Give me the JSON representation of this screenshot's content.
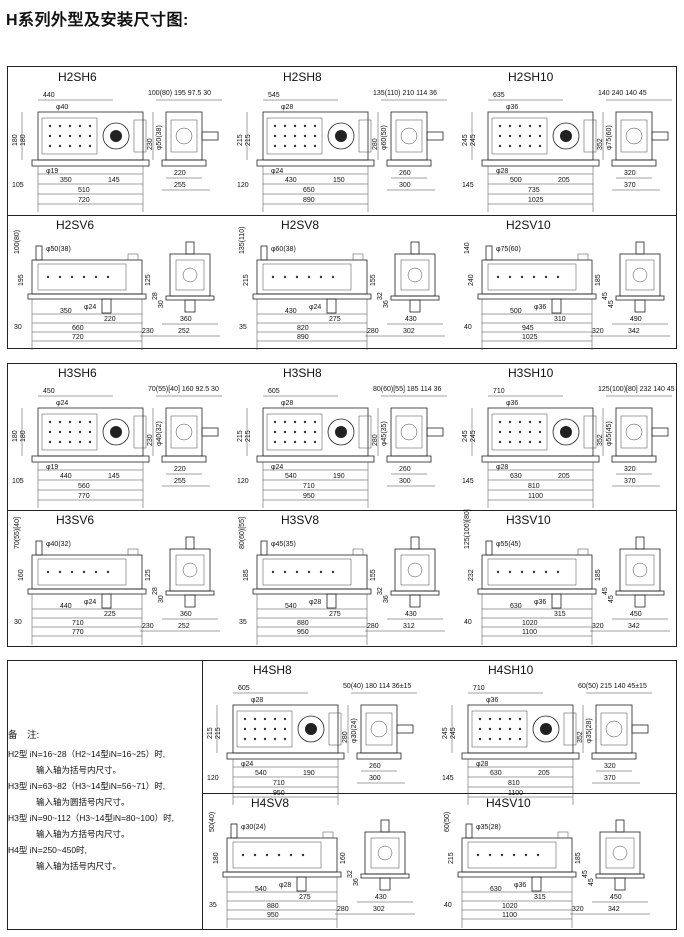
{
  "title": "H系列外型及安装尺寸图:",
  "notes": {
    "heading": "备　注:",
    "lines": [
      {
        "text": "H2型  iN=16~28（H2~14型iN=16~25）时,",
        "indent": false
      },
      {
        "text": "输入轴为括号内尺寸。",
        "indent": true
      },
      {
        "text": "H3型  iN=63~82（H3~14型iN=56~71）时,",
        "indent": false
      },
      {
        "text": "输入轴为圆括号内尺寸。",
        "indent": true
      },
      {
        "text": "H3型  iN=90~112（H3~14型iN=80~100）时,",
        "indent": false
      },
      {
        "text": "输入轴为方括号内尺寸。",
        "indent": true
      },
      {
        "text": "H4型  iN=250~450时,",
        "indent": false
      },
      {
        "text": "输入轴为括号内尺寸。",
        "indent": true
      }
    ]
  },
  "cells": [
    {
      "label": "H2SH6",
      "style": "sh",
      "dims": {
        "top": "440",
        "shaft": "φ40",
        "bore": "φ19",
        "left": "105",
        "b1": "350",
        "b2": "145",
        "b3": "510",
        "total": "720",
        "h1": "180",
        "h2": "180",
        "h3": "230",
        "side_top": "100(80) 195 97.5 30",
        "side_dia": "φ50(38)",
        "s1": "220",
        "s2": "255"
      }
    },
    {
      "label": "H2SH8",
      "style": "sh",
      "dims": {
        "top": "545",
        "shaft": "φ28",
        "bore": "φ24",
        "left": "120",
        "b1": "430",
        "b2": "150",
        "b3": "650",
        "total": "890",
        "h1": "215",
        "h2": "215",
        "h3": "280",
        "side_top": "135(110) 210 114 36",
        "side_dia": "φ60(50)",
        "s1": "260",
        "s2": "300"
      }
    },
    {
      "label": "H2SH10",
      "style": "sh",
      "dims": {
        "top": "635",
        "shaft": "φ36",
        "bore": "φ28",
        "left": "145",
        "b1": "500",
        "b2": "205",
        "b3": "735",
        "total": "1025",
        "h1": "245",
        "h2": "245",
        "h3": "352",
        "side_top": "140 240 140 45",
        "side_dia": "φ75(60)",
        "s1": "320",
        "s2": "370"
      }
    },
    {
      "label": "H2SV6",
      "style": "sv",
      "dims": {
        "top": "φ50(38)",
        "shaft": "",
        "bore": "φ24",
        "left": "30",
        "b1": "350",
        "b2": "220",
        "b3": "660",
        "total": "720",
        "h1": "195",
        "h2": "28",
        "h3": "125",
        "side_top": "100(80)",
        "side_dia": "30",
        "s1": "230",
        "s2": "252",
        "s3": "360"
      }
    },
    {
      "label": "H2SV8",
      "style": "sv",
      "dims": {
        "top": "φ60(38)",
        "shaft": "",
        "bore": "φ24",
        "left": "35",
        "b1": "430",
        "b2": "275",
        "b3": "820",
        "total": "890",
        "h1": "215",
        "h2": "32",
        "h3": "155",
        "side_top": "135(110)",
        "side_dia": "36",
        "s1": "280",
        "s2": "302",
        "s3": "430"
      }
    },
    {
      "label": "H2SV10",
      "style": "sv",
      "dims": {
        "top": "φ75(60)",
        "shaft": "",
        "bore": "φ36",
        "left": "40",
        "b1": "500",
        "b2": "310",
        "b3": "945",
        "total": "1025",
        "h1": "240",
        "h2": "45",
        "h3": "185",
        "side_top": "140",
        "side_dia": "45",
        "s1": "320",
        "s2": "342",
        "s3": "490"
      }
    },
    {
      "label": "H3SH6",
      "style": "sh",
      "dims": {
        "top": "450",
        "shaft": "φ24",
        "bore": "φ19",
        "left": "105",
        "b1": "440",
        "b2": "145",
        "b3": "560",
        "total": "770",
        "h1": "180",
        "h2": "180",
        "h3": "230",
        "side_top": "70(55)[40] 160 92.5 30",
        "side_dia": "φ40(32)",
        "s1": "220",
        "s2": "255"
      }
    },
    {
      "label": "H3SH8",
      "style": "sh",
      "dims": {
        "top": "605",
        "shaft": "φ28",
        "bore": "φ24",
        "left": "120",
        "b1": "540",
        "b2": "190",
        "b3": "710",
        "total": "950",
        "h1": "215",
        "h2": "215",
        "h3": "280",
        "side_top": "80(60)[55] 185 114 36",
        "side_dia": "φ45(35)",
        "s1": "260",
        "s2": "300"
      }
    },
    {
      "label": "H3SH10",
      "style": "sh",
      "dims": {
        "top": "710",
        "shaft": "φ36",
        "bore": "φ28",
        "left": "145",
        "b1": "630",
        "b2": "205",
        "b3": "810",
        "total": "1100",
        "h1": "245",
        "h2": "245",
        "h3": "352",
        "side_top": "125(100)[80] 232 140 45",
        "side_dia": "φ55(45)",
        "s1": "320",
        "s2": "370"
      }
    },
    {
      "label": "H3SV6",
      "style": "sv",
      "dims": {
        "top": "φ40(32)",
        "shaft": "",
        "bore": "φ24",
        "left": "30",
        "b1": "440",
        "b2": "225",
        "b3": "710",
        "total": "770",
        "h1": "160",
        "h2": "28",
        "h3": "125",
        "side_top": "70(55)[40]",
        "side_dia": "30",
        "s1": "230",
        "s2": "252",
        "s3": "360"
      }
    },
    {
      "label": "H3SV8",
      "style": "sv",
      "dims": {
        "top": "φ45(35)",
        "shaft": "",
        "bore": "φ28",
        "left": "35",
        "b1": "540",
        "b2": "275",
        "b3": "880",
        "total": "950",
        "h1": "185",
        "h2": "32",
        "h3": "155",
        "side_top": "80(60)[55]",
        "side_dia": "36",
        "s1": "280",
        "s2": "312",
        "s3": "430"
      }
    },
    {
      "label": "H3SV10",
      "style": "sv",
      "dims": {
        "top": "φ55(45)",
        "shaft": "",
        "bore": "φ36",
        "left": "40",
        "b1": "630",
        "b2": "315",
        "b3": "1020",
        "total": "1100",
        "h1": "232",
        "h2": "45",
        "h3": "185",
        "side_top": "125(100)[80]",
        "side_dia": "45",
        "s1": "320",
        "s2": "342",
        "s3": "450"
      }
    },
    {
      "label": "H4SH8",
      "style": "sh",
      "dims": {
        "top": "605",
        "shaft": "φ28",
        "bore": "φ24",
        "left": "120",
        "b1": "540",
        "b2": "190",
        "b3": "710",
        "total": "950",
        "h1": "215",
        "h2": "215",
        "h3": "280",
        "side_top": "50(40) 180 114 36±15",
        "side_dia": "φ30(24)",
        "s1": "260",
        "s2": "300"
      }
    },
    {
      "label": "H4SH10",
      "style": "sh",
      "dims": {
        "top": "710",
        "shaft": "φ36",
        "bore": "φ28",
        "left": "145",
        "b1": "630",
        "b2": "205",
        "b3": "810",
        "total": "1100",
        "h1": "245",
        "h2": "245",
        "h3": "352",
        "side_top": "60(50) 215 140 45±15",
        "side_dia": "φ35(28)",
        "s1": "320",
        "s2": "370"
      }
    },
    {
      "label": "H4SV8",
      "style": "sv",
      "dims": {
        "top": "φ30(24)",
        "shaft": "",
        "bore": "φ28",
        "left": "35",
        "b1": "540",
        "b2": "275",
        "b3": "880",
        "total": "950",
        "h1": "180",
        "h2": "32",
        "h3": "160",
        "side_top": "50(40)",
        "side_dia": "36",
        "s1": "280",
        "s2": "302",
        "s3": "430"
      }
    },
    {
      "label": "H4SV10",
      "style": "sv",
      "dims": {
        "top": "φ35(28)",
        "shaft": "",
        "bore": "φ36",
        "left": "40",
        "b1": "630",
        "b2": "315",
        "b3": "1020",
        "total": "1100",
        "h1": "215",
        "h2": "45",
        "h3": "185",
        "side_top": "60(50)",
        "side_dia": "45",
        "s1": "320",
        "s2": "342",
        "s3": "450"
      }
    }
  ]
}
